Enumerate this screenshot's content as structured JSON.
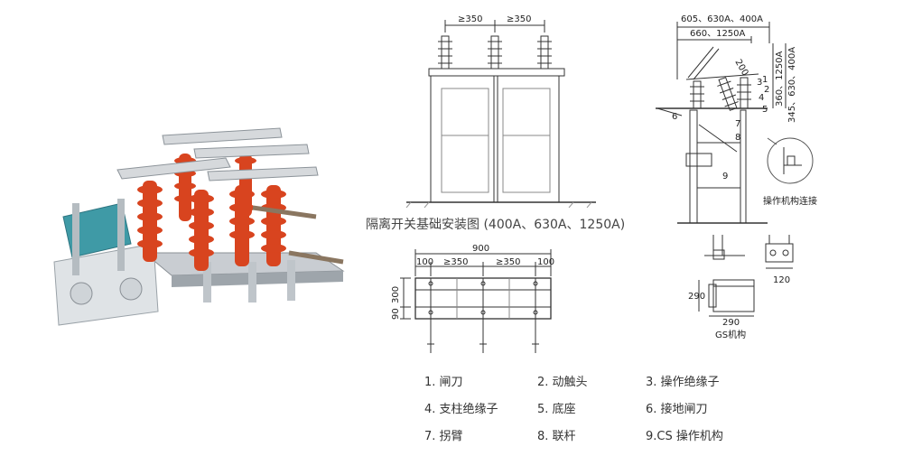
{
  "photo": {
    "alt_icon": "switch-photo"
  },
  "front_view": {
    "dims": [
      "≥350",
      "≥350"
    ],
    "caption": "隔离开关基础安装图 (400A、630A、1250A)"
  },
  "top_view": {
    "dims": [
      "900",
      "100",
      "≥350",
      "≥350",
      "100",
      "300",
      "90"
    ]
  },
  "side_view": {
    "dim_top1": "605、630A、400A",
    "dim_top2": "660、1250A",
    "dim_200": "200",
    "dim_right1": "360、1250A",
    "dim_right2": "345、630、400A",
    "part_labels": [
      "1",
      "2",
      "3",
      "4",
      "5",
      "6",
      "7",
      "8",
      "9"
    ],
    "detail_label": "操作机构连接"
  },
  "gs": {
    "dim_120": "120",
    "dim_290a": "290",
    "dim_290b": "290",
    "label": "GS机构"
  },
  "legend": [
    "1. 闸刀",
    "2. 动触头",
    "3. 操作绝缘子",
    "4. 支柱绝缘子",
    "5. 底座",
    "6. 接地闸刀",
    "7. 拐臂",
    "8. 联杆",
    "9.CS 操作机构"
  ]
}
